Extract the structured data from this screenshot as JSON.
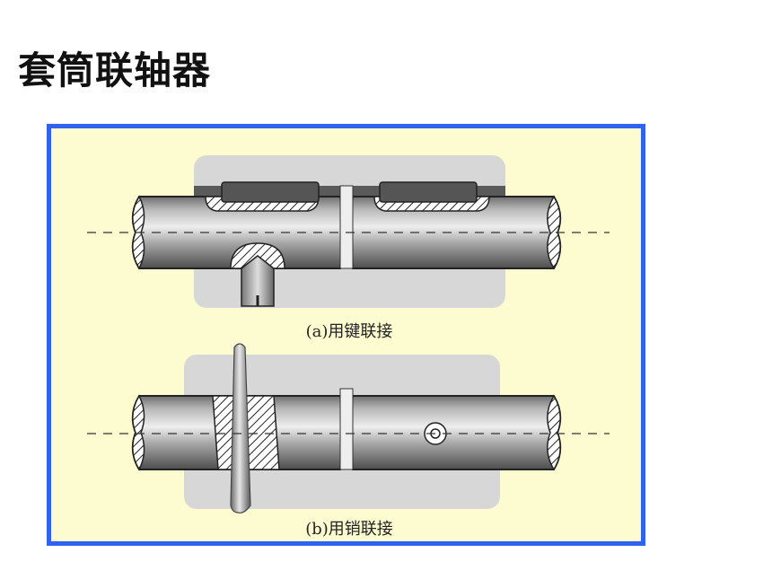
{
  "title": "套筒联轴器",
  "colors": {
    "frame_border": "#2f62f0",
    "figure_background": "#fdfbd0",
    "sleeve_gray": "#d7d7d7",
    "key_dark": "#555555",
    "shaft_shade": "#8a8a8a",
    "hatch_stroke": "#222222"
  },
  "figures": [
    {
      "id": "a",
      "caption": "(a)用键联接"
    },
    {
      "id": "b",
      "caption": "(b)用销联接"
    }
  ]
}
